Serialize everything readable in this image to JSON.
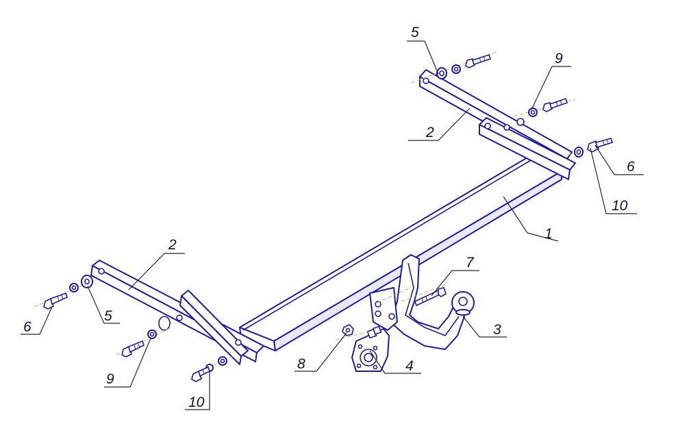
{
  "callouts": {
    "c1": "1",
    "c2_right": "2",
    "c2_left": "2",
    "c3": "3",
    "c4": "4",
    "c5_right": "5",
    "c5_left": "5",
    "c6_right": "6",
    "c6_left": "6",
    "c7": "7",
    "c8": "8",
    "c9_right": "9",
    "c9_left": "9",
    "c10_right": "10",
    "c10_left": "10"
  },
  "colors": {
    "line": "#1a1aa8",
    "axis": "#e0a060",
    "text": "#111133"
  }
}
